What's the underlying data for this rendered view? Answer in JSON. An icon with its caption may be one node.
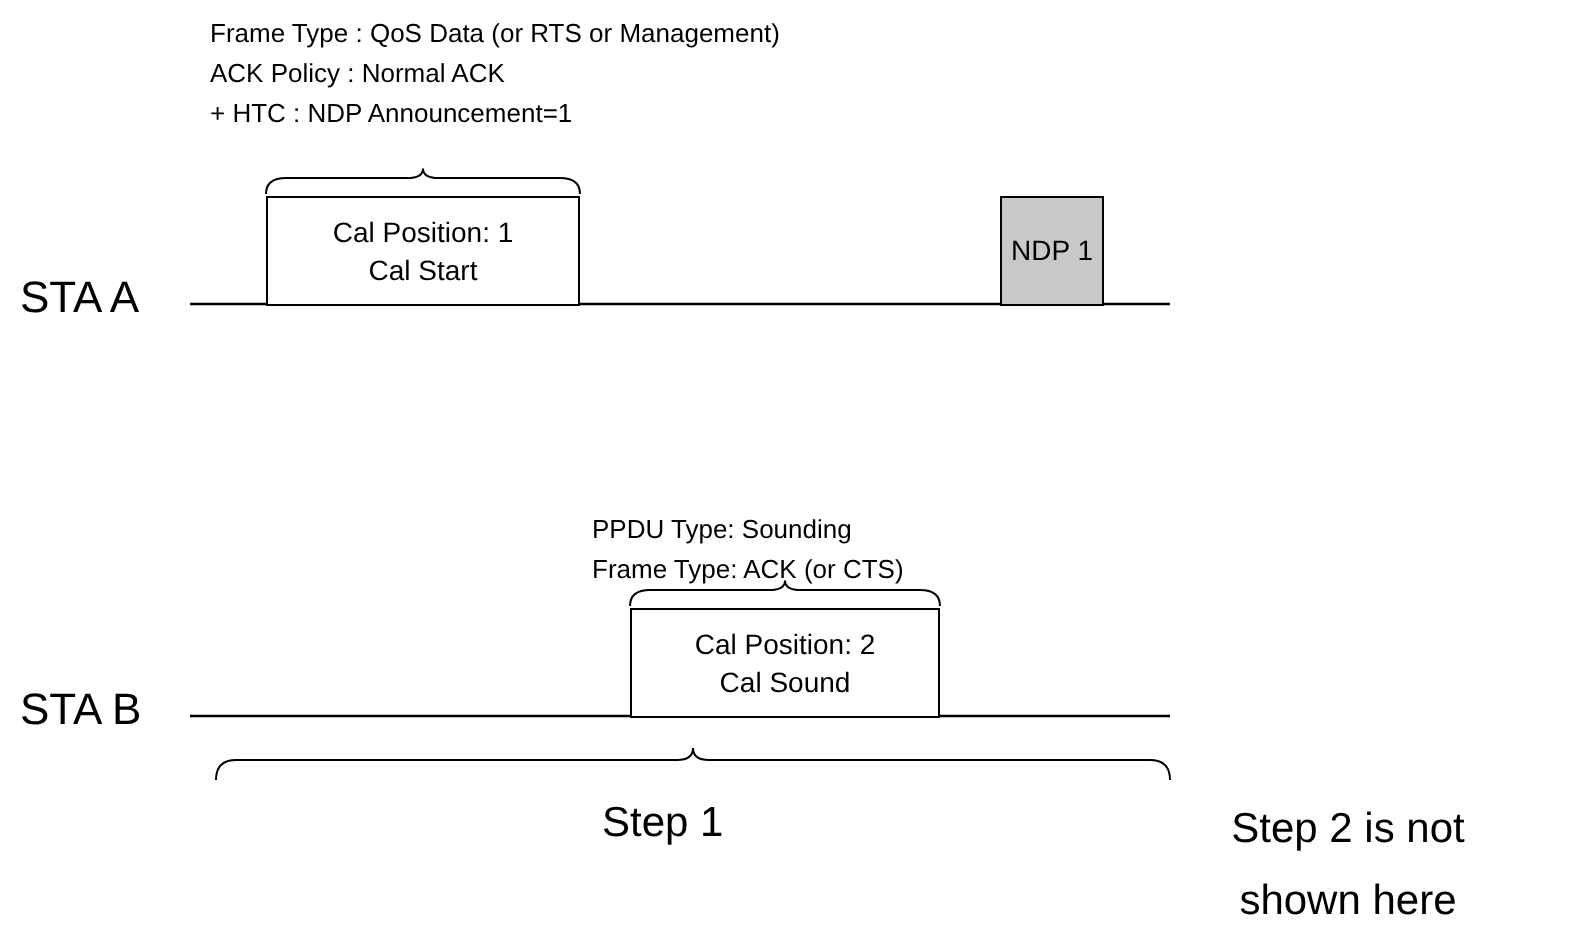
{
  "diagram": {
    "nodes": [
      {
        "text": [
          "Cal Position: 1",
          "Cal Start"
        ],
        "beside": [
          "Frame Type : QoS Data (or RTS or Management)",
          "ACK Policy : Normal ACK",
          "+ HTC : NDP Announcement=1"
        ]
      },
      {
        "text": [
          "NDP 1"
        ]
      },
      {
        "text": [
          "Cal Position: 2",
          "Cal Sound"
        ],
        "beside": [
          "PPDU Type: Sounding",
          "Frame Type: ACK (or CTS)"
        ]
      }
    ],
    "edges": [],
    "labels": [
      "STA A",
      "STA B",
      "Step 1",
      "Step 2 is not shown here"
    ]
  }
}
